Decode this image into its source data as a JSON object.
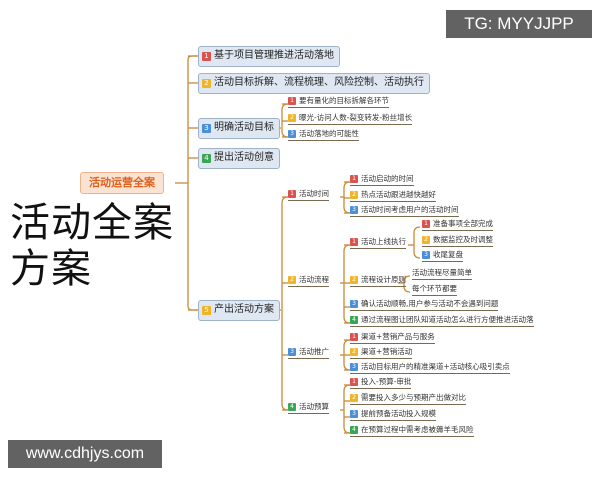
{
  "overlay_title": "活动全案方案",
  "watermark_top": "TG: MYYJJPP",
  "watermark_bottom": "www.cdhjys.com",
  "colors": {
    "red": "#d9534f",
    "yellow": "#f0b429",
    "blue": "#4a8fd8",
    "green": "#3aa655",
    "line": "#c98a3a"
  },
  "root": "活动运营全案",
  "branches": [
    {
      "label": "基于项目管理推进活动落地",
      "badge": "1",
      "color": "red"
    },
    {
      "label": "活动目标拆解、流程梳理、风险控制、活动执行",
      "badge": "2",
      "color": "yellow"
    },
    {
      "label": "明确活动目标",
      "badge": "3",
      "color": "blue",
      "children": [
        {
          "label": "要有量化的目标拆解各环节",
          "badge": "1",
          "color": "red"
        },
        {
          "label": "曝光-访问人数-裂变转发-粉丝增长",
          "badge": "2",
          "color": "yellow"
        },
        {
          "label": "活动落地的可能性",
          "badge": "3",
          "color": "blue"
        }
      ]
    },
    {
      "label": "提出活动创意",
      "badge": "4",
      "color": "green"
    },
    {
      "label": "产出活动方案",
      "badge": "5",
      "color": "yellow",
      "children": [
        {
          "label": "活动时间",
          "badge": "1",
          "color": "red",
          "children": [
            {
              "label": "活动启动的时间",
              "badge": "1",
              "color": "red"
            },
            {
              "label": "热点活动跟进越快越好",
              "badge": "2",
              "color": "yellow"
            },
            {
              "label": "活动时间考虑用户的活动时间",
              "badge": "3",
              "color": "blue"
            }
          ]
        },
        {
          "label": "活动流程",
          "badge": "2",
          "color": "yellow",
          "children": [
            {
              "label": "活动上线执行",
              "badge": "1",
              "color": "red",
              "children": [
                {
                  "label": "准备事项全部完成",
                  "badge": "1",
                  "color": "red"
                },
                {
                  "label": "数据监控及时调整",
                  "badge": "2",
                  "color": "yellow"
                },
                {
                  "label": "收尾复盘",
                  "badge": "3",
                  "color": "blue"
                }
              ]
            },
            {
              "label": "流程设计原则",
              "badge": "2",
              "color": "yellow",
              "children": [
                {
                  "label": "活动流程尽量简单"
                },
                {
                  "label": "每个环节都要"
                }
              ]
            },
            {
              "label": "确认活动顺畅,用户参与活动不会遇到问题",
              "badge": "3",
              "color": "blue"
            },
            {
              "label": "通过流程图让团队知道活动怎么进行方便推进活动落",
              "badge": "4",
              "color": "green"
            }
          ]
        },
        {
          "label": "活动推广",
          "badge": "3",
          "color": "blue",
          "children": [
            {
              "label": "渠道+营销产品与服务",
              "badge": "1",
              "color": "red"
            },
            {
              "label": "渠道+营销活动",
              "badge": "2",
              "color": "yellow"
            },
            {
              "label": "活动目标用户的精准渠道+活动核心吸引卖点",
              "badge": "3",
              "color": "blue"
            }
          ]
        },
        {
          "label": "活动预算",
          "badge": "4",
          "color": "green",
          "children": [
            {
              "label": "投入-预算-审批",
              "badge": "1",
              "color": "red"
            },
            {
              "label": "需要投入多少与预期产出做对比",
              "badge": "2",
              "color": "yellow"
            },
            {
              "label": "提前预备活动投入规模",
              "badge": "3",
              "color": "blue"
            },
            {
              "label": "在预算过程中需考虑被薅羊毛风险",
              "badge": "4",
              "color": "green"
            }
          ]
        }
      ]
    }
  ]
}
